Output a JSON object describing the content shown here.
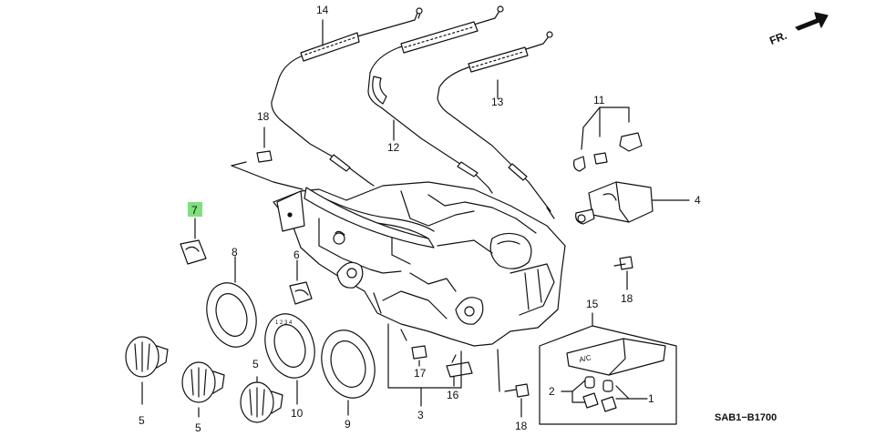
{
  "diagram_code": "SAB1−B1700",
  "front_marker": "FR.",
  "highlight_color": "#7ee07e",
  "callouts": [
    {
      "id": "c14",
      "text": "14"
    },
    {
      "id": "c13",
      "text": "13"
    },
    {
      "id": "c12",
      "text": "12"
    },
    {
      "id": "c11",
      "text": "11"
    },
    {
      "id": "c4",
      "text": "4"
    },
    {
      "id": "c18a",
      "text": "18"
    },
    {
      "id": "c18b",
      "text": "18"
    },
    {
      "id": "c18c",
      "text": "18"
    },
    {
      "id": "c7",
      "text": "7"
    },
    {
      "id": "c8",
      "text": "8"
    },
    {
      "id": "c6",
      "text": "6"
    },
    {
      "id": "c15",
      "text": "15"
    },
    {
      "id": "c2",
      "text": "2"
    },
    {
      "id": "c1",
      "text": "1"
    },
    {
      "id": "c17",
      "text": "17"
    },
    {
      "id": "c16",
      "text": "16"
    },
    {
      "id": "c3",
      "text": "3"
    },
    {
      "id": "c5a",
      "text": "5"
    },
    {
      "id": "c5b",
      "text": "5"
    },
    {
      "id": "c5c",
      "text": "5"
    },
    {
      "id": "c10",
      "text": "10"
    },
    {
      "id": "c9",
      "text": "9"
    }
  ],
  "ac_label": "A/C",
  "dial_markings": "1 2 3 4"
}
